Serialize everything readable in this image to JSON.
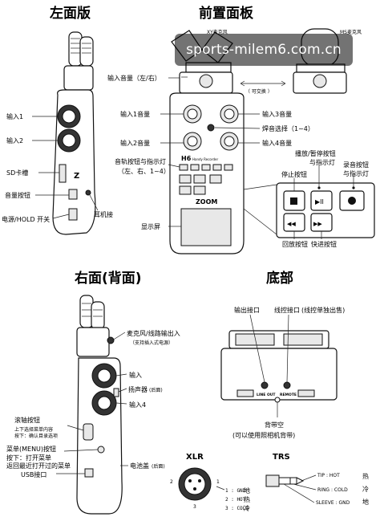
{
  "sections": {
    "left": "左面版",
    "front": "前置面板",
    "right": "右面(背面)",
    "bottom": "底部"
  },
  "watermark": "sports-milem6.com.cn",
  "left_labels": {
    "input1": "输入1",
    "input2": "输入2",
    "sd": "SD卡槽",
    "volume": "音量按钮",
    "power": "电源/HOLD 开关",
    "headphone": "耳机接"
  },
  "front_labels": {
    "xy_mic": "XY麦克风",
    "ms_mic": "MS麦克风",
    "input_lr": "输入音量（左/右）",
    "swap": "（ 可交换 ）",
    "input1_vol": "输入1音量",
    "input2_vol": "输入2音量",
    "input3_vol": "输入3音量",
    "pad": "焊音选择（1~4）",
    "input4_vol": "输入4音量",
    "track_btn": "音轨按钮与指示灯",
    "track_sub": "（左、右、1~4）",
    "play_btn": "播放/暂停按钮",
    "play_led": "与指示灯",
    "stop_btn": "停止按钮",
    "rec_btn": "录音按钮",
    "rec_led": "与指示灯",
    "display": "显示屏",
    "rew_btn": "回放按钮",
    "ff_btn": "快进按钮",
    "device_model": "H6",
    "device_sub": "Handy Recorder",
    "brand": "ZOOM"
  },
  "right_labels": {
    "mic_line_out": "麦克风/线路输出入",
    "plugin_power": "（支持插入式电源）",
    "input": "输入",
    "speaker": "扬声器",
    "speaker_sub": "(后面)",
    "input4": "输入4",
    "scroll": "滚轴按钮",
    "scroll_sub1": "上下选择菜单内容",
    "scroll_sub2": "按下：确认目录选项",
    "menu": "菜单(MENU)按钮",
    "menu_sub1": "按下：打开菜单",
    "menu_sub2": "返回最近打开过的菜单",
    "battery": "电池盖",
    "battery_sub": "(后面)",
    "usb": "USB接口"
  },
  "bottom_labels": {
    "line_out": "输出接口",
    "remote": "线控接口",
    "remote_sub": "(线控单独出售)",
    "line_out_tag": "LINE OUT",
    "remote_tag": "REMOTE",
    "tripod": "背带空",
    "tripod_sub": "(可以使用照相机背带)"
  },
  "xlr": {
    "title": "XLR",
    "pins": [
      "1 : GND",
      "2 : HOT",
      "3 : COLD"
    ],
    "cn": [
      "地",
      "热",
      "冷"
    ],
    "n1": "1",
    "n2": "2",
    "n3": "3"
  },
  "trs": {
    "title": "TRS",
    "pins": [
      "TIP : HOT",
      "RING : COLD",
      "SLEEVE : GND"
    ],
    "cn": [
      "热",
      "冷",
      "地"
    ]
  }
}
